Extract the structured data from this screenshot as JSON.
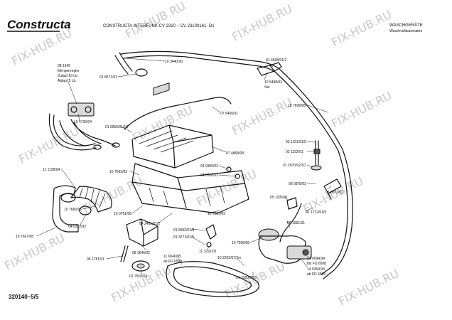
{
  "header": {
    "brand_logo": "Constructa",
    "model_line": "CONSTRUCTA  INTERFUNK  CV 2310  –  CV 23100161- D1",
    "category_title": "WASCHGERÄTE",
    "category_subtitle": "Waschvollautomaten"
  },
  "watermark": {
    "text": "FIX-HUB.RU"
  },
  "callout_labels": [
    "10 3440/20",
    "01 4698/01/2",
    "01 8571/01",
    "10 5498/03",
    "Set",
    "08 1645",
    "Mengenregler",
    "Zulauf 10 Ltr.",
    "Ablauf  5 Ltr.",
    "10 7699/08",
    "10 4730/04",
    "07 5450/01",
    "01 5950/01/10",
    "07 4868/08",
    "02 1151/01/5",
    "02 1152/01",
    "04 0309/02",
    "04 0308/02",
    "01 2970/02/10",
    "11 1128/04",
    "10 7663/03",
    "08 0878/03",
    "05 0872/02",
    "05 1205/01",
    "02 1712/01/5",
    "10 7666/06",
    "10 0761/08",
    "10 7667/09",
    "04 0312/02",
    "04 2451/01/2",
    "08 1051/01",
    "10 7667/08",
    "01 5952/01/5",
    "01 3271/01/5",
    "10 7660/08",
    "11 3221/01",
    "08 1646/02",
    "05 1781/01",
    "11 6046/05",
    "ab FD 6509",
    "10 2203/07/2m",
    "14 0094/34",
    "bis FD 6508",
    "14 0364/34",
    "ab FD 6509",
    "02 7816/03",
    "01 3283/03/5"
  ],
  "footer": {
    "page_ref": "320140–5/5"
  }
}
